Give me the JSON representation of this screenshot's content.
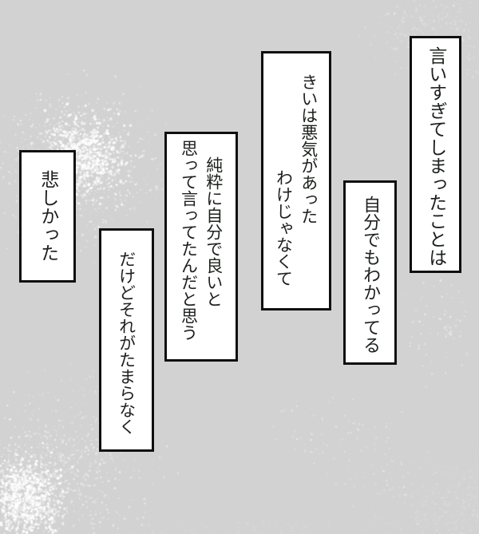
{
  "panel": {
    "background_color": "#d2d2d2",
    "box_fill_color": "#ffffff",
    "box_border_color": "#0f0f0f",
    "text_color": "#1d211d",
    "speckle_color": "#ffffff"
  },
  "bubbles": [
    {
      "name": "speech-box-1",
      "lines": [
        "言いすぎてしまったことは"
      ]
    },
    {
      "name": "speech-box-2",
      "lines": [
        "きいは悪気があった",
        "わけじゃなくて"
      ]
    },
    {
      "name": "speech-box-3",
      "lines": [
        "自分でもわかってる"
      ]
    },
    {
      "name": "speech-box-4",
      "lines": [
        "純粋に自分で良いと",
        "思って言ってたんだと思う"
      ]
    },
    {
      "name": "speech-box-5",
      "lines": [
        "悲しかった"
      ]
    },
    {
      "name": "speech-box-6",
      "lines": [
        "だけどそれがたまらなく"
      ]
    }
  ]
}
